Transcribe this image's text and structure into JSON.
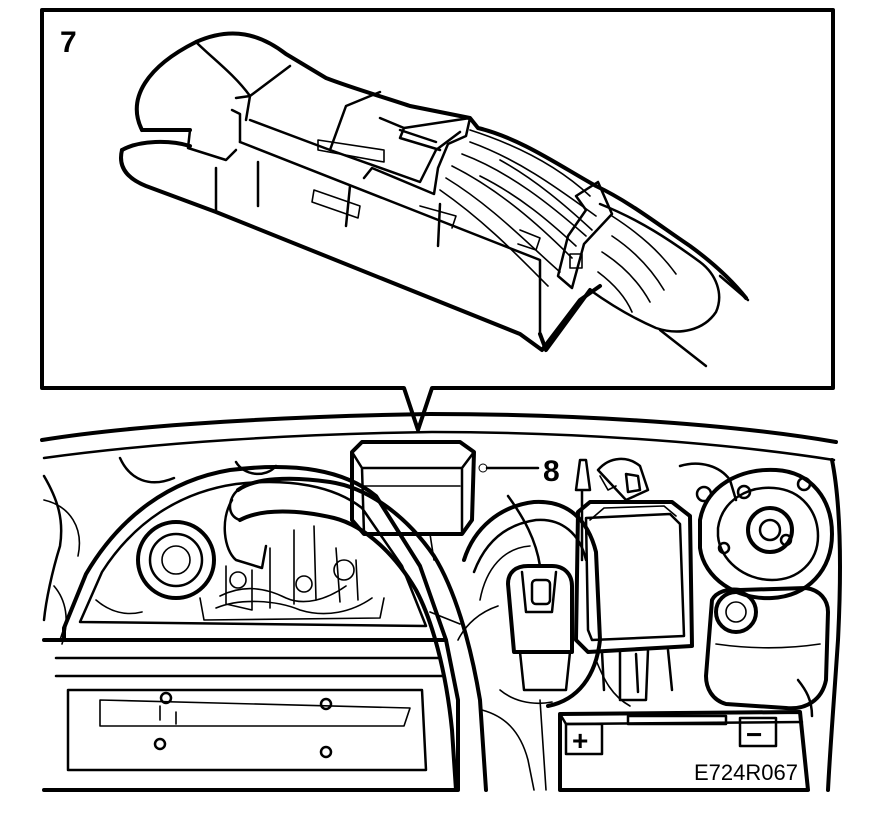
{
  "callouts": {
    "inset_number": "7",
    "box_number": "8"
  },
  "figure_code": "E724R067",
  "battery": {
    "plus": "+",
    "minus": "−"
  },
  "colors": {
    "ink": "#000000",
    "paper": "#ffffff"
  }
}
